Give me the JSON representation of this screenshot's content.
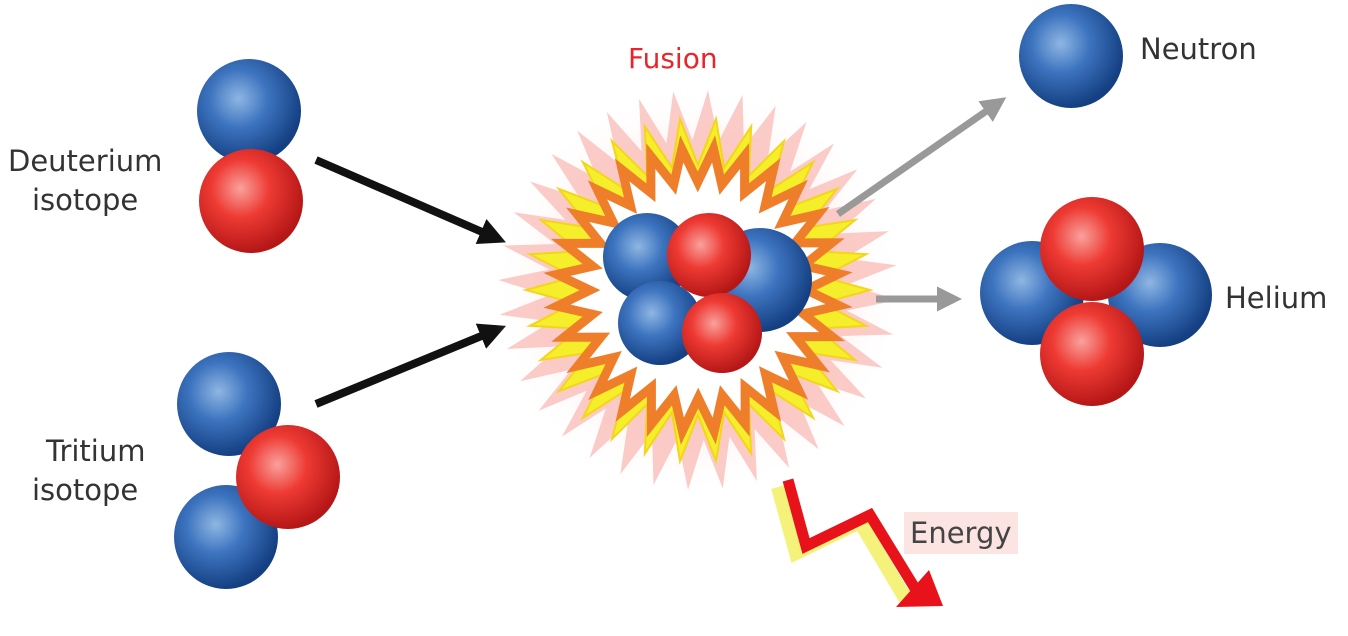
{
  "labels": {
    "deuterium_line1": "Deuterium",
    "deuterium_line2": "isotope",
    "tritium_line1": "Tritium",
    "tritium_line2": "isotope",
    "fusion": "Fusion",
    "neutron": "Neutron",
    "helium": "Helium",
    "energy": "Energy"
  },
  "colors": {
    "proton": "#e8262a",
    "neutron": "#1f5aa8",
    "input_arrow": "#111111",
    "output_arrow": "#999999",
    "fusion_label": "#e8262a",
    "burst_outer": "#f7b9b5",
    "burst_middle": "#f5ef2b",
    "burst_inner": "#ef7e2a",
    "energy_bolt": "#e8121a",
    "energy_bolt_glow": "#f4f27a"
  },
  "icons": {
    "proton": "red-sphere",
    "neutron": "blue-sphere",
    "energy": "lightning-bolt"
  }
}
